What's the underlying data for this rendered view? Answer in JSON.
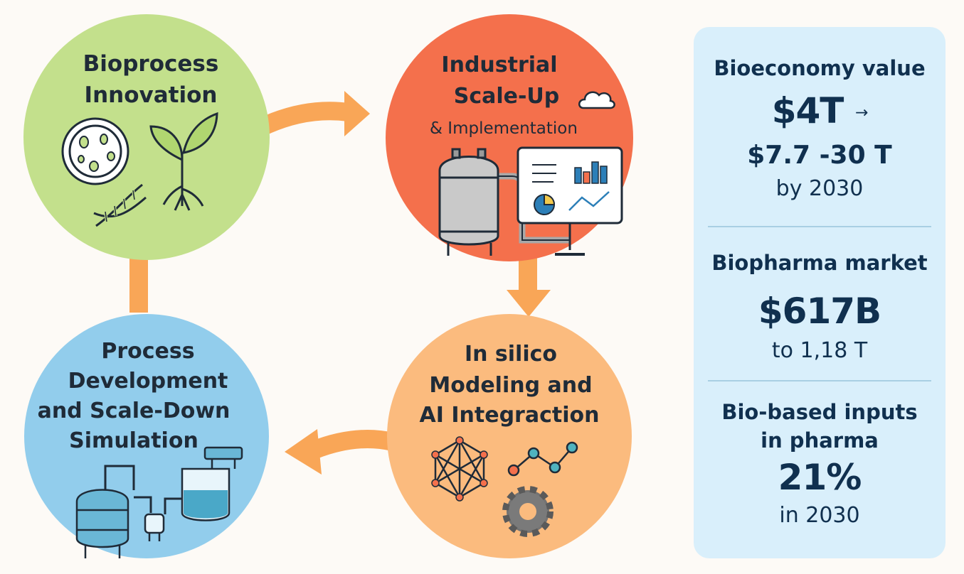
{
  "cycle": {
    "steps": [
      {
        "title_lines": [
          "Bioprocess",
          "Innovation"
        ],
        "color": "#c3e08c"
      },
      {
        "title_lines": [
          "Industrial",
          "Scale-Up",
          "& Implementation"
        ],
        "color": "#f4704c"
      },
      {
        "title_lines": [
          "In silico",
          "Modeling and",
          "AI Integraction"
        ],
        "color": "#fbbb7e"
      },
      {
        "title_lines": [
          "Process",
          "Development",
          "and Scale-Down",
          "Simulation"
        ],
        "color": "#92cdec"
      }
    ],
    "arrow_color": "#f9a657",
    "icons": [
      "petri-dish-icon",
      "plant-icon",
      "dna-icon",
      "cloud-icon",
      "bioreactor-icon",
      "dashboard-monitor-icon",
      "network-icon",
      "line-chart-icon",
      "gear-icon",
      "scale-down-equipment-icon"
    ]
  },
  "panel": {
    "background": "#d9effb",
    "stats": [
      {
        "label": "Bioeconomy value",
        "value": "$4T",
        "arrow": "→",
        "range": "$7.7 -30 T",
        "sub": "by 2030"
      },
      {
        "label": "Biopharma market",
        "value": "$617B",
        "sub": "to 1,18  T"
      },
      {
        "label_lines": [
          "Bio-based inputs",
          "in pharma"
        ],
        "value": "21%",
        "sub": "in 2030"
      }
    ]
  }
}
